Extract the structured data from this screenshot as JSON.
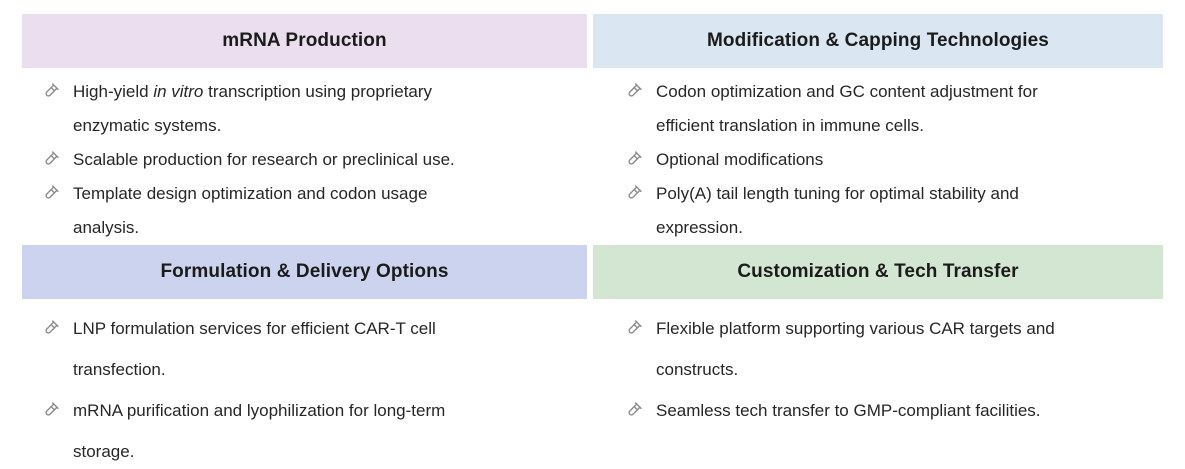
{
  "page": {
    "background_color": "#ffffff",
    "body_text_color": "#262626",
    "header_text_color": "#1b1b1b",
    "bullet_icon": {
      "name": "test-tube-icon",
      "color": "#8b8b8b"
    }
  },
  "sections": [
    {
      "title": "mRNA Production",
      "header_bg": "#ebdfef",
      "bullets": [
        {
          "segments": [
            {
              "text": "High-yield "
            },
            {
              "text": "in vitro",
              "italic": true
            },
            {
              "text": " transcription using proprietary\nenzymatic systems."
            }
          ]
        },
        {
          "text": "Scalable production for research or preclinical use."
        },
        {
          "text": "Template design optimization and codon usage\nanalysis."
        }
      ]
    },
    {
      "title": "Modification & Capping Technologies",
      "header_bg": "#dbe6f3",
      "bullets": [
        {
          "text": "Codon optimization and GC content adjustment for\nefficient translation in immune cells."
        },
        {
          "text": "Optional modifications"
        },
        {
          "text": "Poly(A) tail length tuning for optimal stability and\nexpression."
        }
      ]
    },
    {
      "title": "Formulation & Delivery Options",
      "header_bg": "#cbd3ee",
      "bullets": [
        {
          "text": "LNP formulation services for efficient CAR-T cell\ntransfection."
        },
        {
          "text": "mRNA purification and lyophilization for long-term\nstorage."
        }
      ]
    },
    {
      "title": "Customization & Tech Transfer",
      "header_bg": "#d3e6d2",
      "bullets": [
        {
          "text": "Flexible platform supporting various CAR targets and\nconstructs."
        },
        {
          "text": "Seamless tech transfer to GMP-compliant facilities."
        }
      ]
    }
  ]
}
